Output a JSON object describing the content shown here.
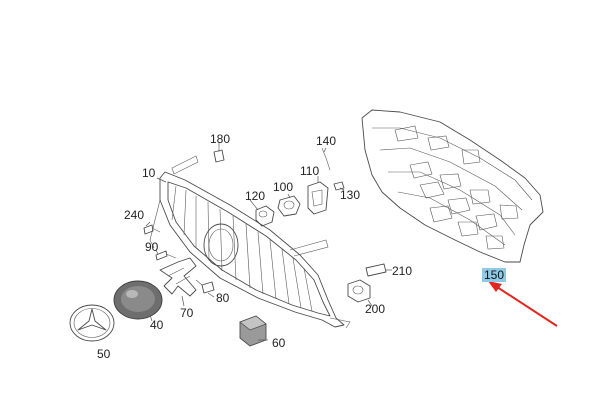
{
  "diagram": {
    "labels": {
      "p10": "10",
      "p40": "40",
      "p50": "50",
      "p60": "60",
      "p70": "70",
      "p80": "80",
      "p90": "90",
      "p100": "100",
      "p110": "110",
      "p120": "120",
      "p130": "130",
      "p140": "140",
      "p150": "150",
      "p180": "180",
      "p200": "200",
      "p210": "210",
      "p240": "240"
    },
    "highlight": {
      "label_key": "p150",
      "color": "#8ecae6",
      "arrow_color": "#e0261f"
    }
  }
}
